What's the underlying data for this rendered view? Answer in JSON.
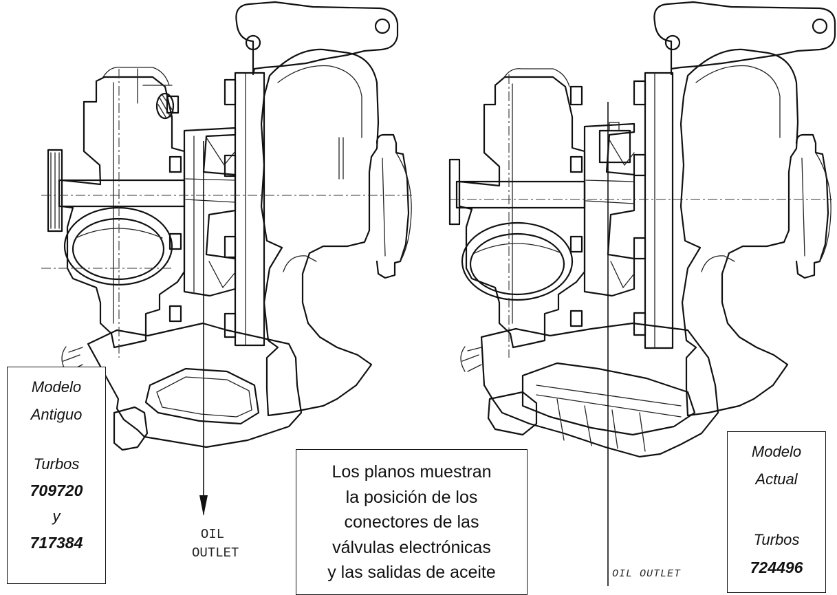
{
  "left_label": {
    "model": [
      "Modelo",
      "Antiguo"
    ],
    "turbos_word": "Turbos",
    "part_1": "709720",
    "connector": "y",
    "part_2": "717384"
  },
  "right_label": {
    "model": [
      "Modelo",
      "Actual"
    ],
    "turbos_word": "Turbos",
    "part_1": "724496"
  },
  "note": {
    "lines": [
      "Los planos muestran",
      "la posición de los",
      "conectores de las",
      "válvulas electrónicas",
      "y las salidas de aceite"
    ]
  },
  "oil_outlet_left": [
    "OIL",
    "OUTLET"
  ],
  "oil_outlet_right": "OIL OUTLET",
  "style": {
    "line_color": "#111111",
    "background": "#ffffff"
  }
}
